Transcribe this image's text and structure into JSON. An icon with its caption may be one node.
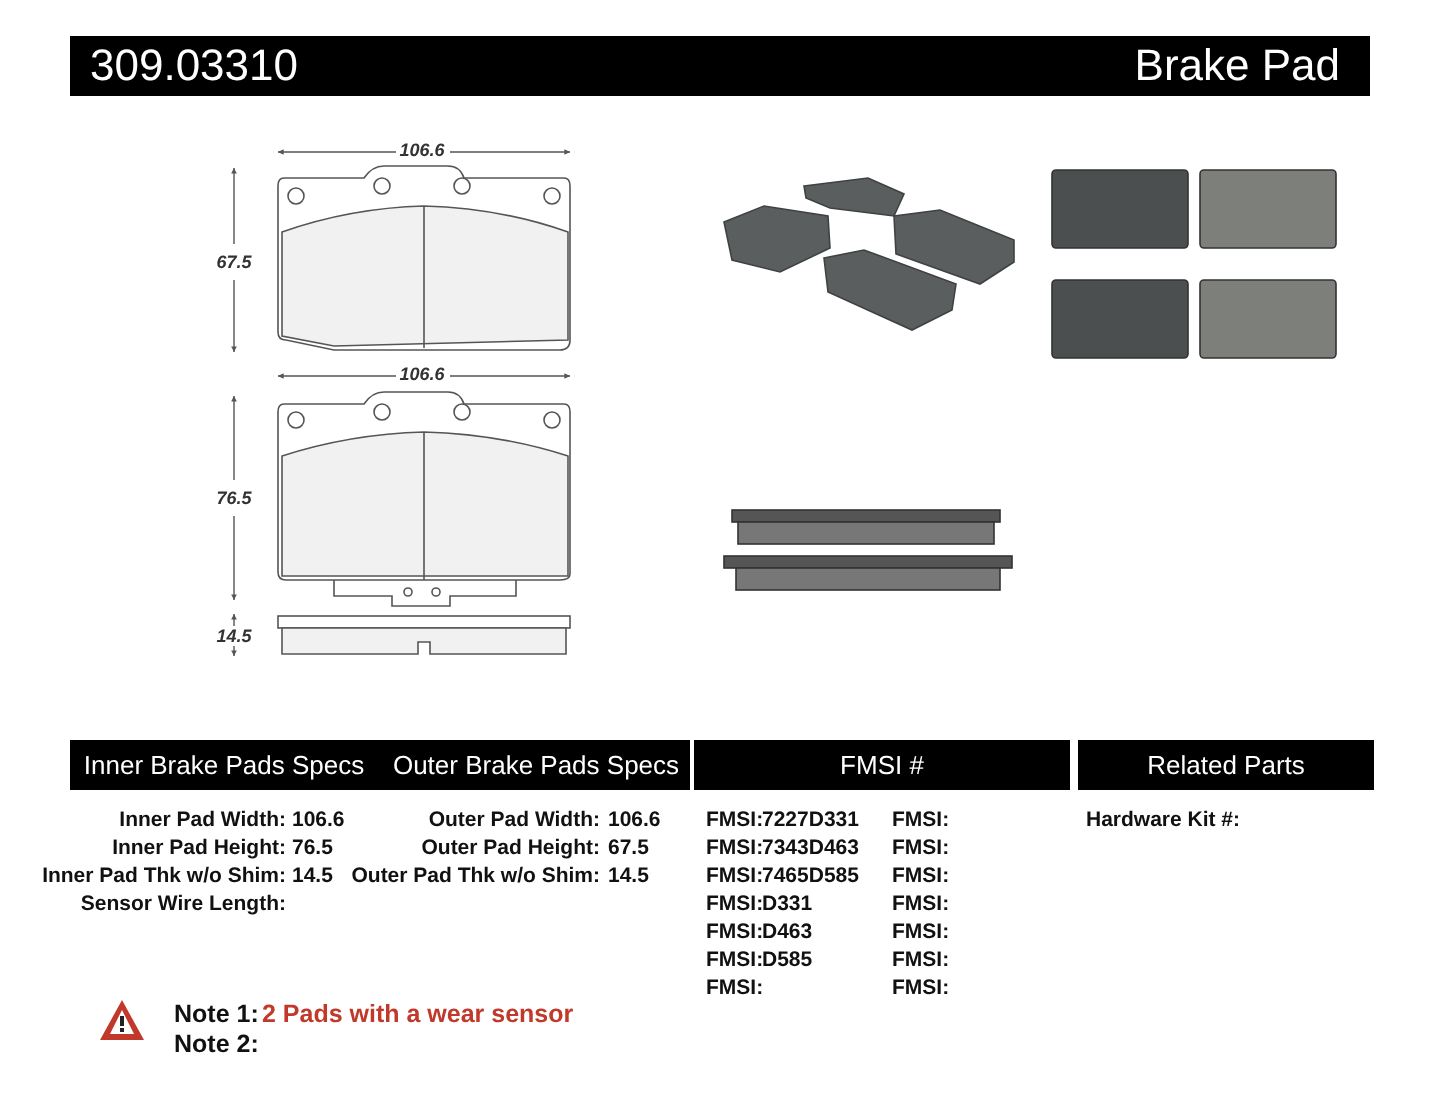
{
  "diagram": {
    "title": "309.03310",
    "labels": [
      "Brake Pad",
      "106.6",
      "67.5",
      "106.6",
      "76.5",
      "14.5",
      "Inner Brake Pads Specs",
      "Outer Brake Pads Specs",
      "FMSI #",
      "Related Parts",
      "Inner Pad Width:",
      "106.6",
      "Outer Pad Width:",
      "106.6",
      "FMSI:",
      "7227D331",
      "FMSI:",
      "Hardware Kit #:",
      "Inner Pad Height:",
      "76.5",
      "Outer Pad Height:",
      "67.5",
      "FMSI:",
      "7343D463",
      "FMSI:",
      "Inner Pad Thk w/o Shim:",
      "14.5",
      "Outer Pad Thk w/o Shim:",
      "14.5",
      "FMSI:",
      "7465D585",
      "FMSI:",
      "Sensor Wire Length:",
      "FMSI:",
      "D331",
      "FMSI:",
      "FMSI:",
      "D463",
      "FMSI:",
      "FMSI:",
      "D585",
      "FMSI:",
      "FMSI:",
      "FMSI:",
      "Note 1:",
      "2 Pads with a wear sensor",
      "Note 2:"
    ]
  }
}
